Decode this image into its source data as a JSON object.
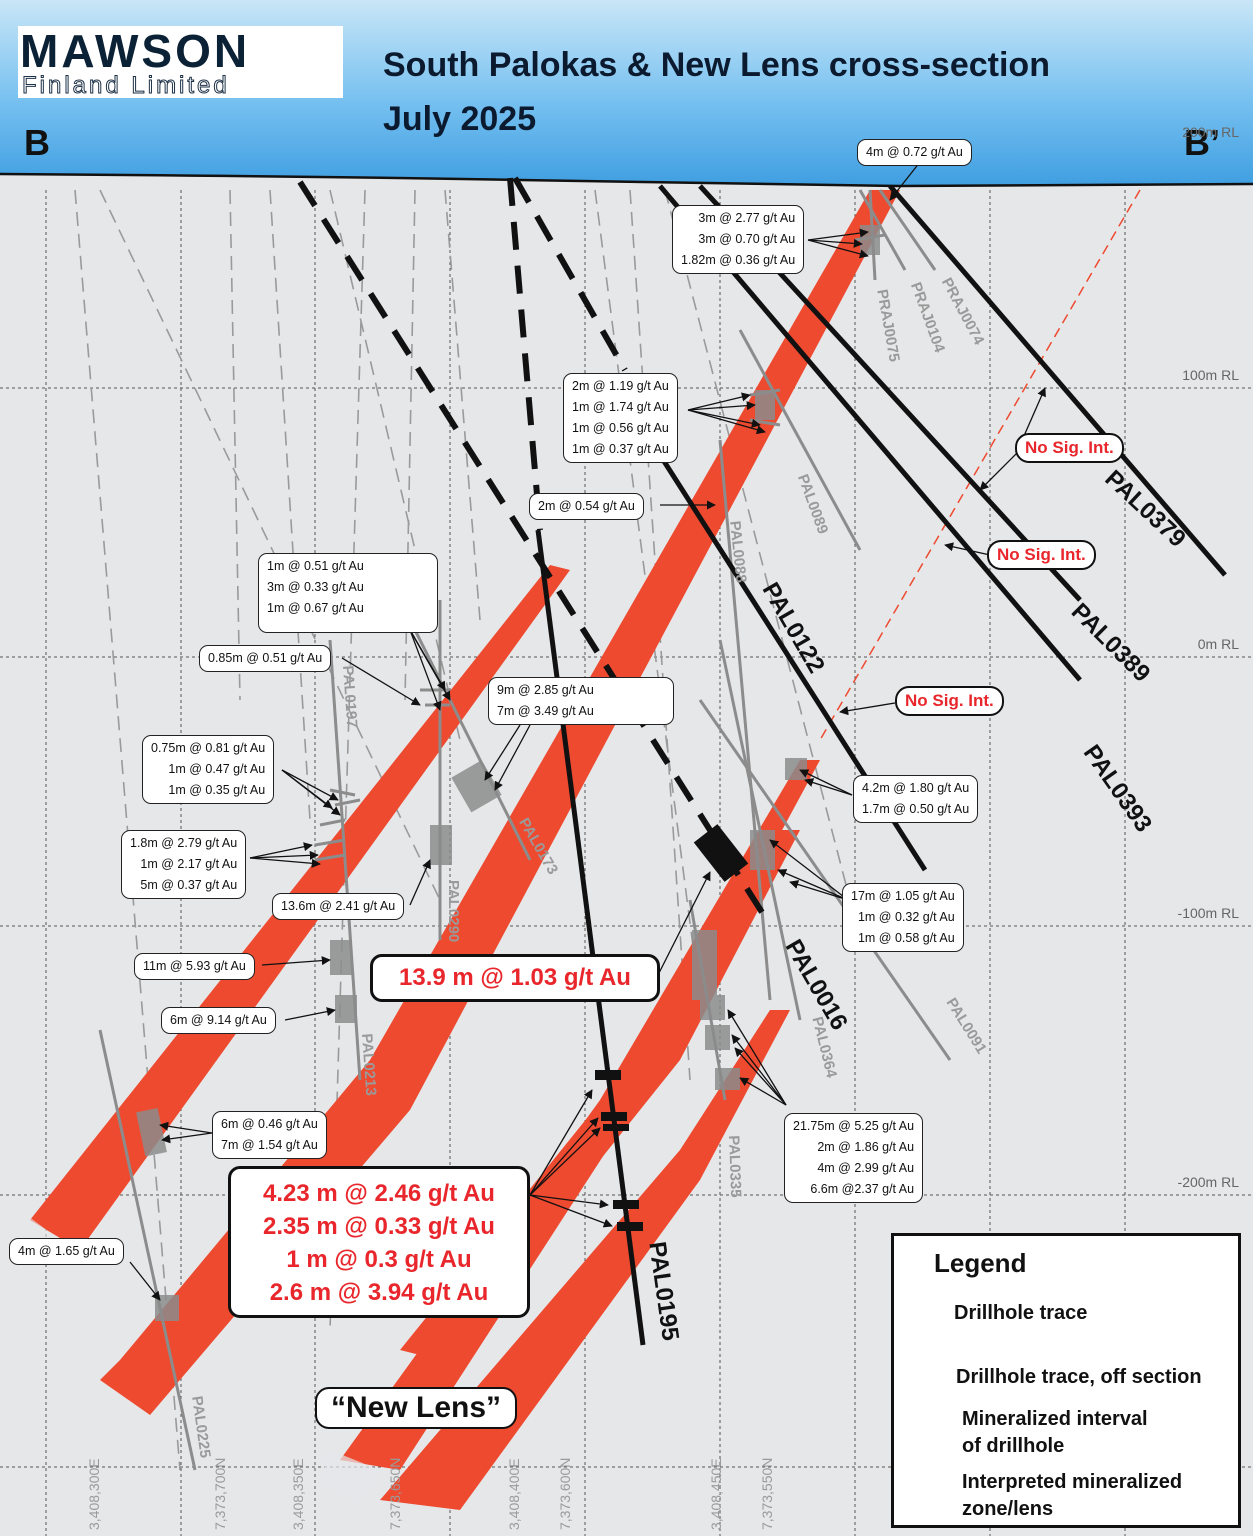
{
  "header": {
    "logo_main": "MAWSON",
    "logo_sub": "Finland Limited",
    "title_line1": "South Palokas & New Lens cross-section",
    "title_line2": "July 2025",
    "left_label": "B",
    "right_label": "B’"
  },
  "elevation_labels": [
    "200m RL",
    "100m RL",
    "0m RL",
    "-100m RL",
    "-200m RL"
  ],
  "coordinate_labels": [
    "3,408,300E",
    "7,373,700N",
    "3,408,350E",
    "7,373,650N",
    "3,408,400E",
    "7,373,600N",
    "3,408,450E",
    "7,373,550N"
  ],
  "drillholes_main": [
    "PAL0379",
    "PAL0389",
    "PAL0393",
    "PAL0122",
    "PAL0016",
    "PAL0195"
  ],
  "drillholes_grey": [
    "PRAJ0074",
    "PRAJ0104",
    "PRAJ0075",
    "PAL0089",
    "PAL0088",
    "PAL0197",
    "PAL0173",
    "PAL0290",
    "PAL0213",
    "PAL0364",
    "PAL0091",
    "PAL0335",
    "PAL0225"
  ],
  "intercepts": {
    "i1": [
      "4m @ 0.72 g/t Au"
    ],
    "i2": [
      "3m @ 2.77 g/t Au",
      "3m @ 0.70 g/t Au",
      "1.82m @ 0.36 g/t Au"
    ],
    "i3": [
      "2m @ 1.19 g/t Au",
      "1m @ 1.74 g/t Au",
      "1m @ 0.56 g/t Au",
      "1m @ 0.37 g/t Au"
    ],
    "i4": [
      "2m @ 0.54 g/t Au"
    ],
    "i5": [
      "1m @ 0.51 g/t Au",
      "3m @ 0.33 g/t Au",
      "1m @ 0.67 g/t Au"
    ],
    "i6": [
      "0.85m @ 0.51 g/t Au"
    ],
    "i7": [
      "9m @ 2.85 g/t Au",
      "7m @ 3.49 g/t Au"
    ],
    "i8": [
      "0.75m @ 0.81 g/t Au",
      "1m @ 0.47 g/t Au",
      "1m @ 0.35 g/t Au"
    ],
    "i9": [
      "4.2m @ 1.80 g/t Au",
      "1.7m @ 0.50 g/t Au"
    ],
    "i10": [
      "1.8m @ 2.79 g/t Au",
      "1m @ 2.17 g/t Au",
      "5m @ 0.37 g/t Au"
    ],
    "i11": [
      "13.6m @ 2.41 g/t Au"
    ],
    "i12": [
      "17m @ 1.05 g/t Au",
      "1m @ 0.32 g/t Au",
      "1m @ 0.58 g/t Au"
    ],
    "i13": [
      "11m @ 5.93 g/t Au"
    ],
    "i14": [
      "6m @ 9.14 g/t Au"
    ],
    "i15": [
      "6m @ 0.46 g/t Au",
      "7m @ 1.54 g/t Au"
    ],
    "i16": [
      "21.75m @ 5.25 g/t Au",
      "2m @ 1.86 g/t Au",
      "4m @ 2.99 g/t Au",
      "6.6m @2.37 g/t Au"
    ],
    "i17": [
      "4m @ 1.65 g/t Au"
    ]
  },
  "highlight_single": "13.9 m @ 1.03 g/t Au",
  "highlight_multi": [
    "4.23 m @ 2.46 g/t Au",
    "2.35 m @ 0.33 g/t Au",
    "1 m @ 0.3 g/t Au",
    "2.6 m @ 3.94 g/t Au"
  ],
  "no_sig": "No Sig. Int.",
  "new_lens_label": "“New Lens”",
  "legend": {
    "title": "Legend",
    "items": [
      "Drillhole trace",
      "Drillhole trace, off section",
      "Mineralized interval",
      "of drillhole",
      "Interpreted mineralized",
      "zone/lens"
    ]
  },
  "colors": {
    "zone": "#ee4a30",
    "highlight": "#e8262b",
    "sky": "#5fb0e6",
    "grid_bg": "#e6e7e9"
  }
}
